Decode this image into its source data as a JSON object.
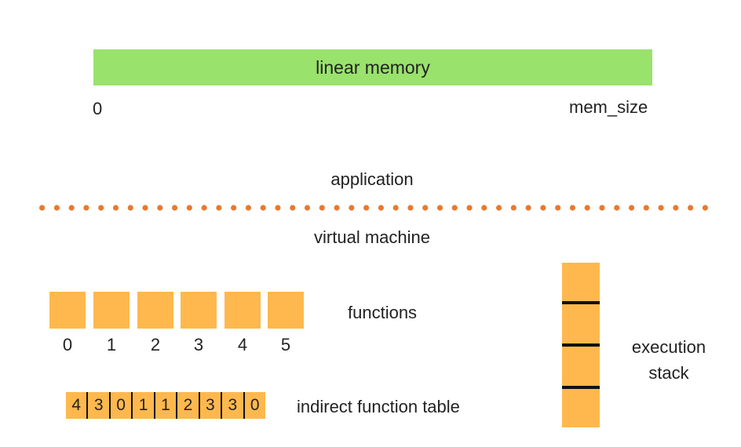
{
  "memory": {
    "label": "linear memory",
    "start_label": "0",
    "end_label": "mem_size"
  },
  "boundary": {
    "above_label": "application",
    "below_label": "virtual machine"
  },
  "functions": {
    "label": "functions",
    "indices": [
      "0",
      "1",
      "2",
      "3",
      "4",
      "5"
    ]
  },
  "indirect_table": {
    "label": "indirect function table",
    "entries": [
      "4",
      "3",
      "0",
      "1",
      "1",
      "2",
      "3",
      "3",
      "0"
    ]
  },
  "execution_stack": {
    "label": "execution stack",
    "segments": 4
  },
  "colors": {
    "memory_bar": "#99e26b",
    "function_box": "#ffb84d",
    "dotted_divider": "#e8792f",
    "stack_divider": "#111111"
  }
}
